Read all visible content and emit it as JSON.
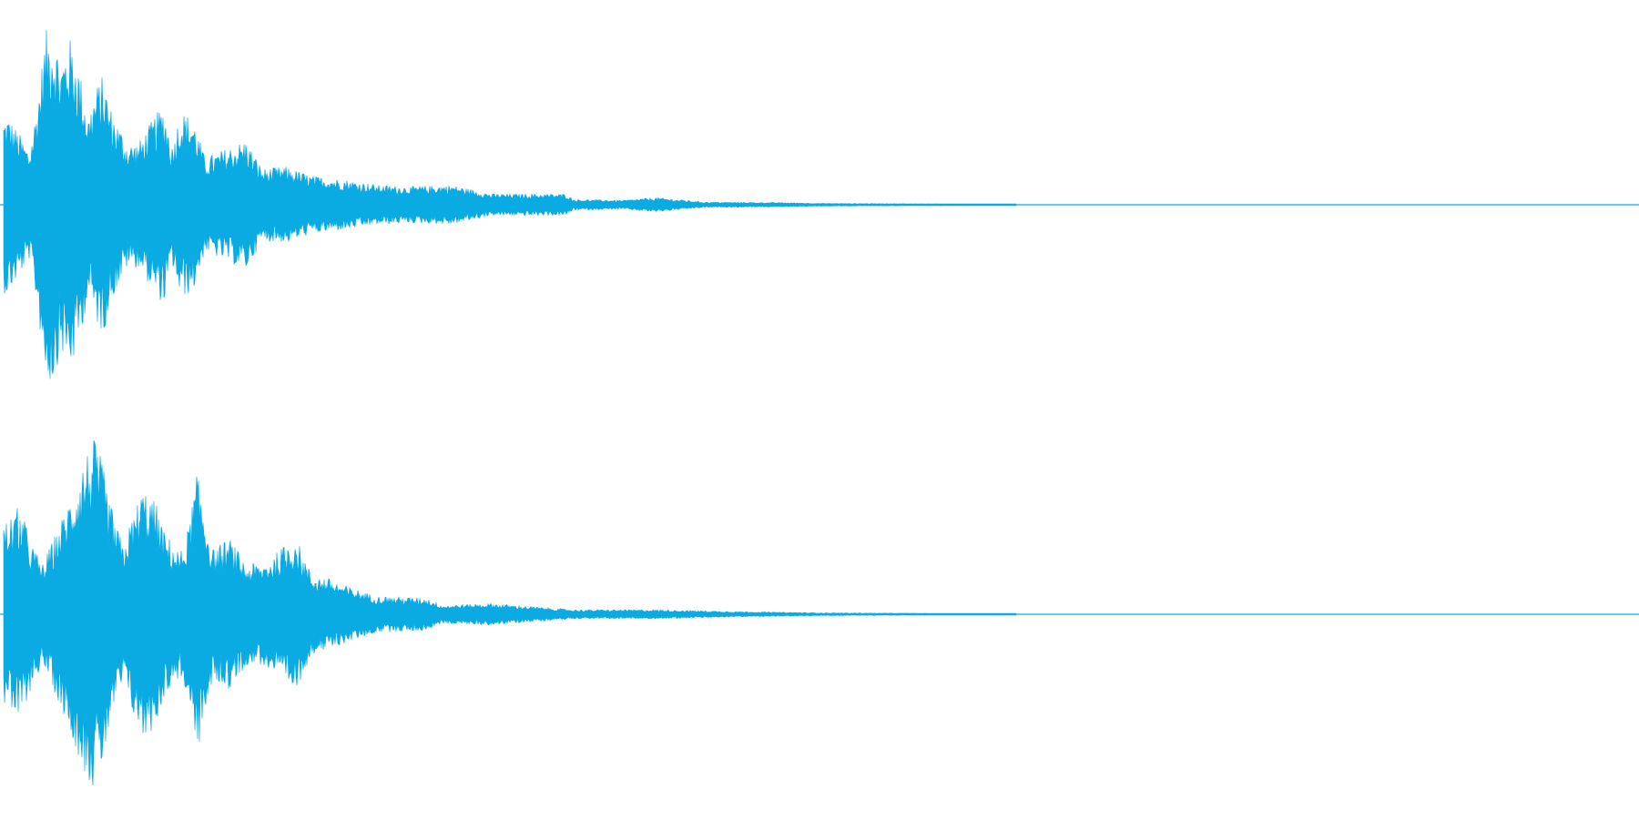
{
  "waveform": {
    "color": "#0aaae3",
    "background": "#ffffff",
    "channels": [
      {
        "name": "left",
        "envelope": [
          [
            0,
            0.47
          ],
          [
            0.0045,
            0.5
          ],
          [
            0.01,
            0.42
          ],
          [
            0.018,
            0.3
          ],
          [
            0.022,
            0.52
          ],
          [
            0.028,
            0.96
          ],
          [
            0.032,
            1.0
          ],
          [
            0.037,
            0.8
          ],
          [
            0.042,
            0.93
          ],
          [
            0.046,
            0.85
          ],
          [
            0.05,
            0.68
          ],
          [
            0.054,
            0.5
          ],
          [
            0.058,
            0.64
          ],
          [
            0.063,
            0.72
          ],
          [
            0.067,
            0.55
          ],
          [
            0.072,
            0.45
          ],
          [
            0.078,
            0.34
          ],
          [
            0.085,
            0.35
          ],
          [
            0.095,
            0.5
          ],
          [
            0.1,
            0.55
          ],
          [
            0.105,
            0.33
          ],
          [
            0.11,
            0.52
          ],
          [
            0.118,
            0.48
          ],
          [
            0.125,
            0.26
          ],
          [
            0.135,
            0.3
          ],
          [
            0.15,
            0.36
          ],
          [
            0.16,
            0.2
          ],
          [
            0.175,
            0.21
          ],
          [
            0.19,
            0.16
          ],
          [
            0.21,
            0.14
          ],
          [
            0.23,
            0.11
          ],
          [
            0.25,
            0.1
          ],
          [
            0.275,
            0.11
          ],
          [
            0.3,
            0.06
          ],
          [
            0.32,
            0.06
          ],
          [
            0.345,
            0.06
          ],
          [
            0.35,
            0.03
          ],
          [
            0.38,
            0.025
          ],
          [
            0.4,
            0.04
          ],
          [
            0.43,
            0.015
          ],
          [
            0.48,
            0.012
          ],
          [
            0.5,
            0.008
          ],
          [
            0.55,
            0.006
          ],
          [
            0.6,
            0.005
          ],
          [
            0.62,
            0.0
          ]
        ]
      },
      {
        "name": "right",
        "envelope": [
          [
            0,
            0.5
          ],
          [
            0.004,
            0.52
          ],
          [
            0.012,
            0.6
          ],
          [
            0.02,
            0.38
          ],
          [
            0.026,
            0.28
          ],
          [
            0.03,
            0.36
          ],
          [
            0.04,
            0.58
          ],
          [
            0.048,
            0.78
          ],
          [
            0.052,
            0.88
          ],
          [
            0.057,
            0.97
          ],
          [
            0.062,
            0.85
          ],
          [
            0.067,
            0.62
          ],
          [
            0.075,
            0.38
          ],
          [
            0.08,
            0.52
          ],
          [
            0.087,
            0.7
          ],
          [
            0.095,
            0.62
          ],
          [
            0.1,
            0.46
          ],
          [
            0.11,
            0.34
          ],
          [
            0.115,
            0.48
          ],
          [
            0.12,
            0.78
          ],
          [
            0.125,
            0.58
          ],
          [
            0.13,
            0.36
          ],
          [
            0.14,
            0.42
          ],
          [
            0.15,
            0.28
          ],
          [
            0.16,
            0.28
          ],
          [
            0.17,
            0.35
          ],
          [
            0.18,
            0.44
          ],
          [
            0.19,
            0.22
          ],
          [
            0.2,
            0.2
          ],
          [
            0.21,
            0.16
          ],
          [
            0.23,
            0.1
          ],
          [
            0.26,
            0.09
          ],
          [
            0.27,
            0.05
          ],
          [
            0.3,
            0.06
          ],
          [
            0.32,
            0.045
          ],
          [
            0.35,
            0.025
          ],
          [
            0.4,
            0.025
          ],
          [
            0.45,
            0.015
          ],
          [
            0.5,
            0.008
          ],
          [
            0.55,
            0.006
          ],
          [
            0.6,
            0.004
          ],
          [
            0.61,
            0.0
          ]
        ]
      }
    ]
  }
}
